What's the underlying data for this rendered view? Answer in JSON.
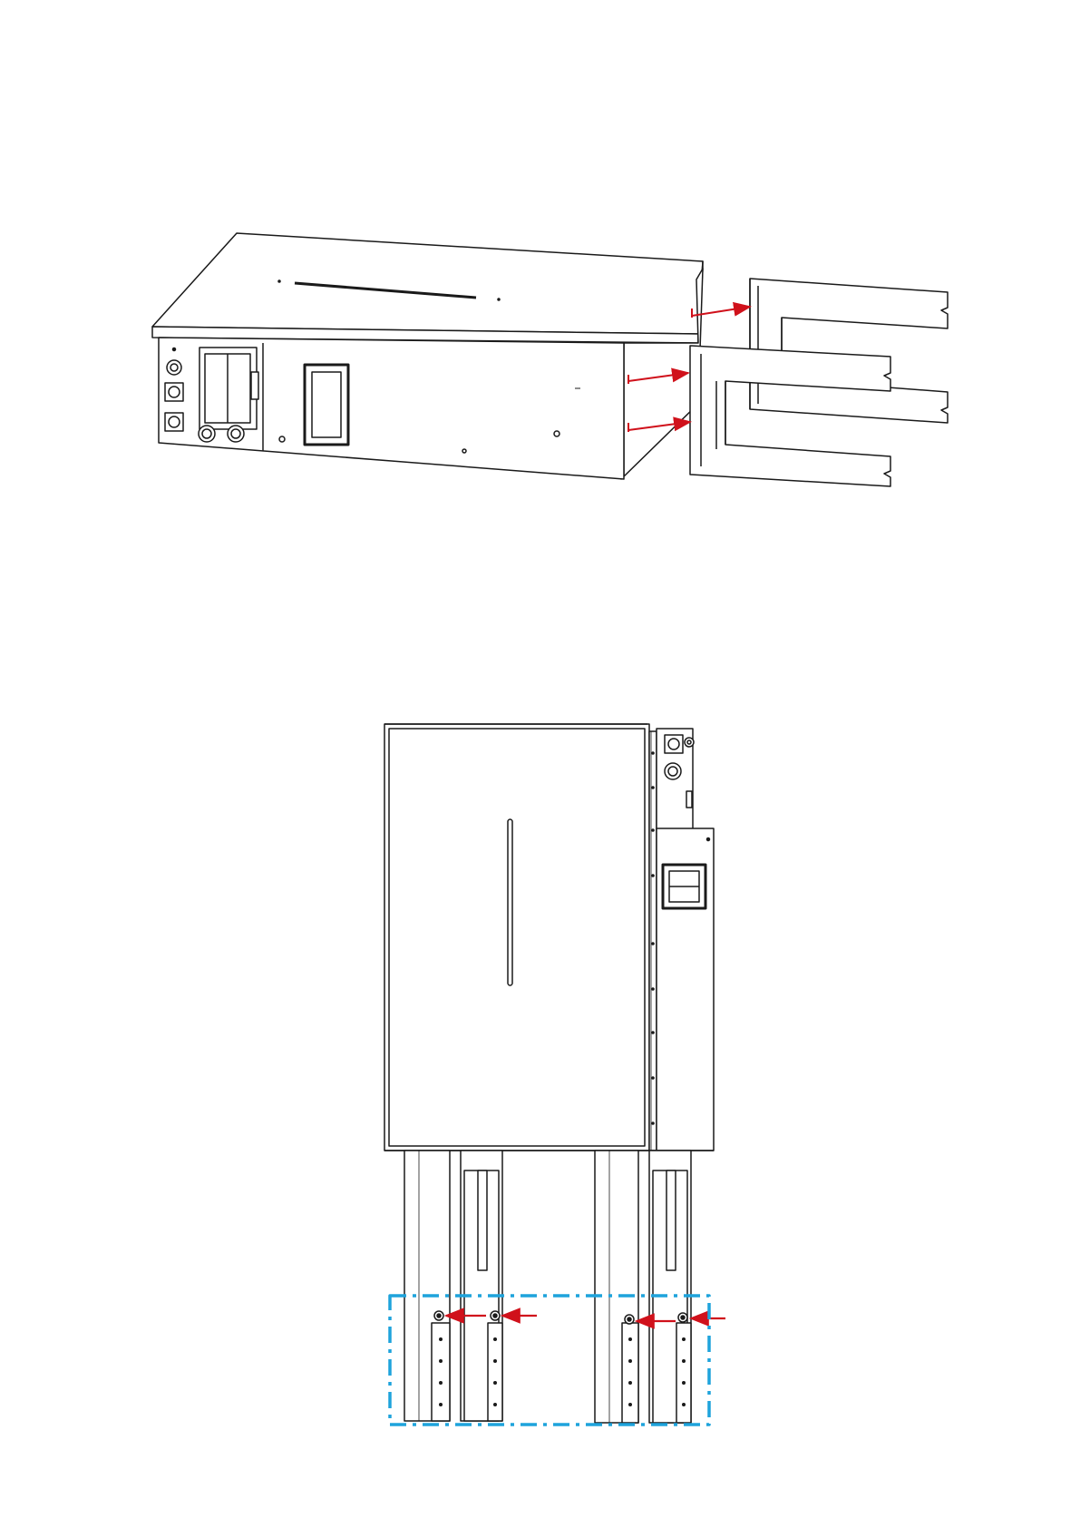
{
  "page": {
    "background": "#ffffff"
  },
  "colors": {
    "line": "#1a1a1a",
    "arrow": "#d0111b",
    "highlight_box": "#1ea3dc",
    "fill": "#ffffff",
    "shade": "#f4f4f4"
  },
  "figures": [
    {
      "id": "battery-horizontal-with-brackets",
      "description_icon": "battery-module-icon",
      "parts": [
        "battery-module",
        "mounting-bracket-upper",
        "mounting-bracket-lower"
      ],
      "arrow_count": 3
    },
    {
      "id": "battery-vertical-on-legs",
      "description_icon": "battery-module-icon",
      "parts": [
        "battery-module",
        "support-legs"
      ],
      "arrow_count": 4,
      "highlight": "dash-dot-box"
    }
  ]
}
